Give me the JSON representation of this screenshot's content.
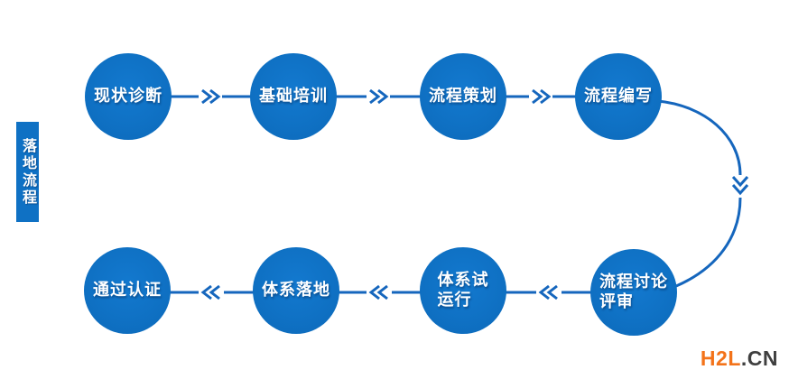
{
  "page": {
    "background_color": "#ffffff"
  },
  "colors": {
    "circle_blue": "#0f71c4",
    "line_blue": "#1566bd",
    "label_text": "#ffffff",
    "brand_orange": "#f3731a",
    "brand_dark": "#3f3f3f"
  },
  "diagram": {
    "side_label": "落地流程",
    "steps_top": [
      {
        "label": "现状诊断"
      },
      {
        "label": "基础培训"
      },
      {
        "label": "流程策划"
      },
      {
        "label": "流程编写"
      }
    ],
    "steps_bottom": [
      {
        "label": "流程讨论\n评审"
      },
      {
        "label": "体系试\n运行"
      },
      {
        "label": "体系落地"
      },
      {
        "label": "通过认证"
      }
    ],
    "icons": {
      "chevron_right": "»",
      "chevron_left": "«",
      "chevron_down": "»"
    }
  },
  "watermark": {
    "brand": "H2L",
    "tld": ".CN"
  }
}
